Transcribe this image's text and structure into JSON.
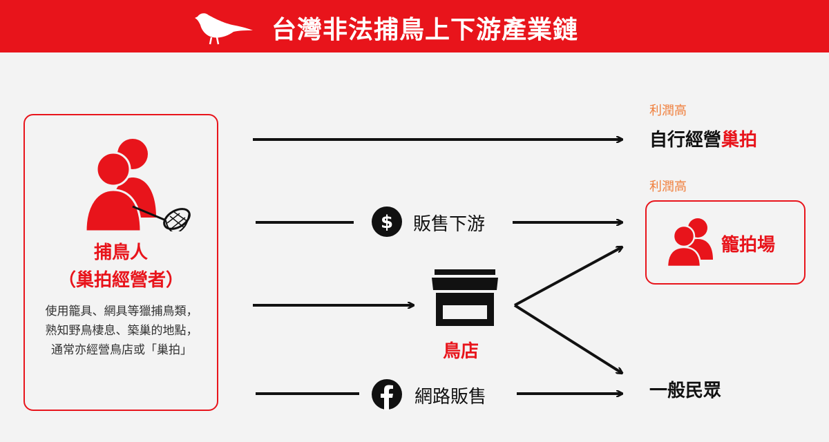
{
  "header": {
    "title": "台灣非法捕鳥上下游產業鏈"
  },
  "catcher": {
    "title": "捕鳥人",
    "subtitle": "（巢拍經營者）",
    "description": "使用籠具、網具等獵捕鳥類，熟知野鳥棲息、築巢的地點，通常亦經營鳥店或「巢拍」"
  },
  "flows": {
    "sell_downstream": "販售下游",
    "online_sales": "網路販售"
  },
  "store": {
    "label": "鳥店"
  },
  "destinations": {
    "self_operate_prefix": "自行經營",
    "self_operate_highlight": "巢拍",
    "cage_auction": "籠拍場",
    "general_public": "一般民眾",
    "profit_high_1": "利潤高",
    "profit_high_2": "利潤高"
  },
  "colors": {
    "accent_red": "#e8141b",
    "profit_orange": "#f07f3c",
    "text_dark": "#111111"
  }
}
